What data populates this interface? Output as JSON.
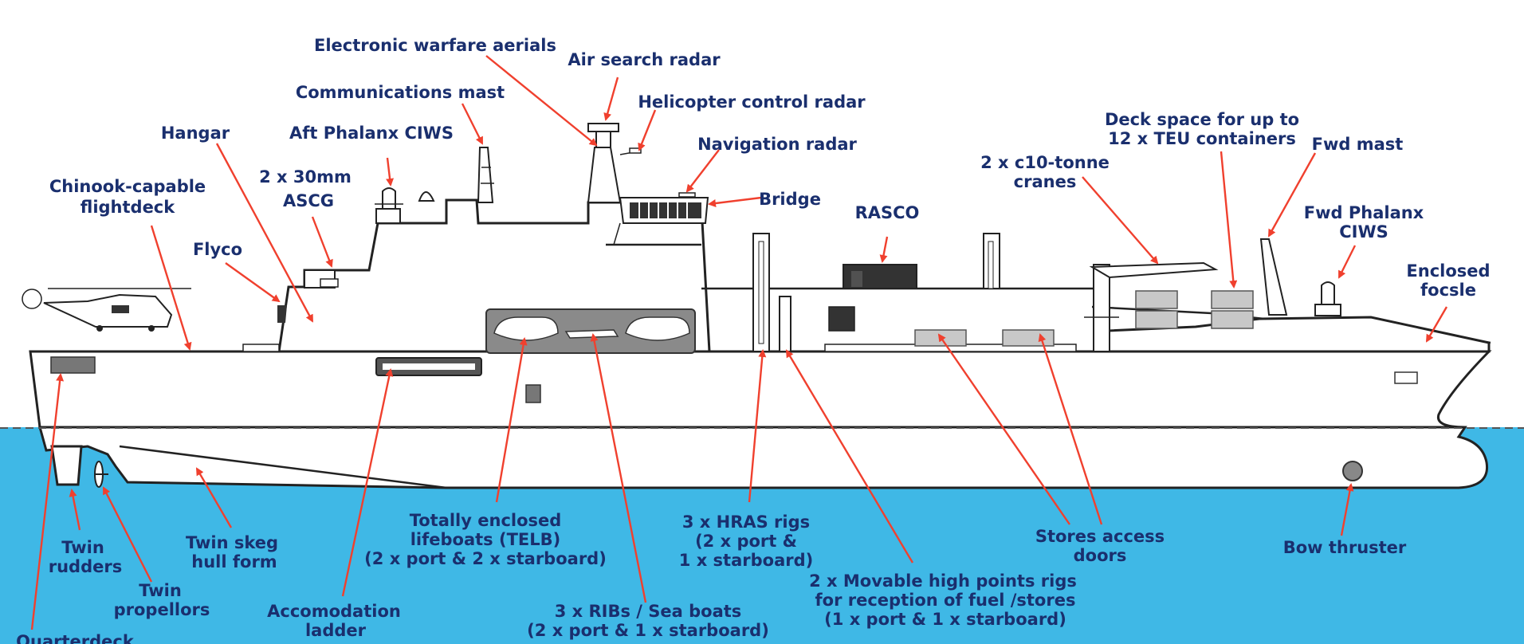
{
  "labels": {
    "electronic_warfare": "Electronic warfare aerials",
    "air_search_radar": "Air search radar",
    "communications_mast": "Communications mast",
    "helicopter_control_radar": "Helicopter control radar",
    "aft_phalanx_1": "Aft Phalanx CIWS",
    "hangar": "Hangar",
    "navigation_radar": "Navigation radar",
    "deck_space_1": "Deck space for up to",
    "deck_space_2": "12 x TEU containers",
    "fwd_mast": "Fwd mast",
    "chinook_1": "Chinook-capable",
    "chinook_2": "flightdeck",
    "ascg_1": "2 x 30mm",
    "ascg_2": "ASCG",
    "bridge": "Bridge",
    "cranes_1": "2 x c10-tonne",
    "cranes_2": "cranes",
    "rasco": "RASCO",
    "fwd_phalanx_1": "Fwd Phalanx",
    "fwd_phalanx_2": "CIWS",
    "flyco": "Flyco",
    "enclosed_focsle_1": "Enclosed",
    "enclosed_focsle_2": "focsle",
    "telb_1": "Totally enclosed",
    "telb_2": "lifeboats (TELB)",
    "telb_3": "(2 x port & 2 x starboard)",
    "hras_1": "3 x HRAS rigs",
    "hras_2": "(2 x port &",
    "hras_3": "1 x starboard)",
    "twin_skeg_1": "Twin skeg",
    "twin_skeg_2": "hull form",
    "twin_rudders_1": "Twin",
    "twin_rudders_2": "rudders",
    "twin_propellors_1": "Twin",
    "twin_propellors_2": "propellors",
    "stores_doors_1": "Stores access",
    "stores_doors_2": "doors",
    "bow_thruster": "Bow thruster",
    "hps_1": "2 x Movable high points rigs",
    "hps_2": "for reception of fuel /stores",
    "hps_3": "(1 x port & 1 x starboard)",
    "accom_1": "Accomodation",
    "accom_2": "ladder",
    "ribs_1": "3 x RIBs / Sea boats",
    "ribs_2": "(2 x port & 1 x starboard)",
    "quarterdeck": "Quarterdeck"
  },
  "colors": {
    "label_text": "#1a2f6e",
    "arrow": "#f0402e",
    "sea": "#3fb8e6",
    "outline": "#222222",
    "hull_fill": "#ffffff",
    "boat_bay": "#8a8a8a",
    "container": "#c8c8c8"
  }
}
